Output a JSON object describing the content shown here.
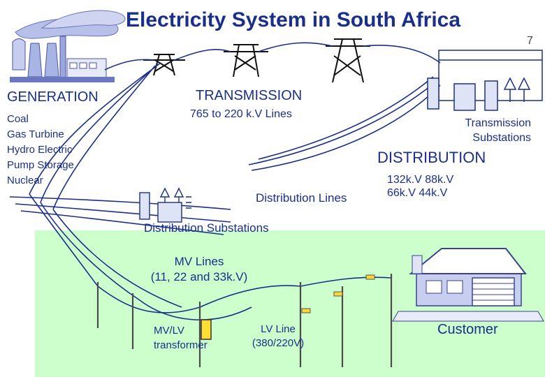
{
  "title": "Electricity System in South Africa",
  "page_number": "7",
  "generation": {
    "heading": "GENERATION",
    "items": [
      "Coal",
      "Gas Turbine",
      "Hydro Electric",
      "Pump Storage",
      "Nuclear"
    ]
  },
  "transmission": {
    "heading": "TRANSMISSION",
    "subtitle": "765 to 220 k.V Lines",
    "substations_line1": "Transmission",
    "substations_line2": "Substations"
  },
  "distribution": {
    "heading": "DISTRIBUTION",
    "voltages_line1": "132k.V  88k.V",
    "voltages_line2": "66k.V    44k.V",
    "lines_label": "Distribution Lines",
    "substations_label": "Distribution Substations"
  },
  "mv_lines": {
    "line1": "MV Lines",
    "line2": "(11, 22 and 33k.V)"
  },
  "mv_lv": {
    "line1": "MV/LV",
    "line2": "transformer"
  },
  "lv_line": {
    "line1": "LV Line",
    "line2": "(380/220V)"
  },
  "customer": "Customer",
  "colors": {
    "text": "#1a2f8a",
    "ground": "#ccffcc",
    "lines": "#1a2f8a",
    "plant": "#a8b4e4",
    "pylon": "#101010"
  },
  "icons": [
    "power-station-icon",
    "transmission-pylon-icon",
    "substation-transformer-icon",
    "distribution-pole-icon",
    "house-icon",
    "insulator-icon"
  ]
}
